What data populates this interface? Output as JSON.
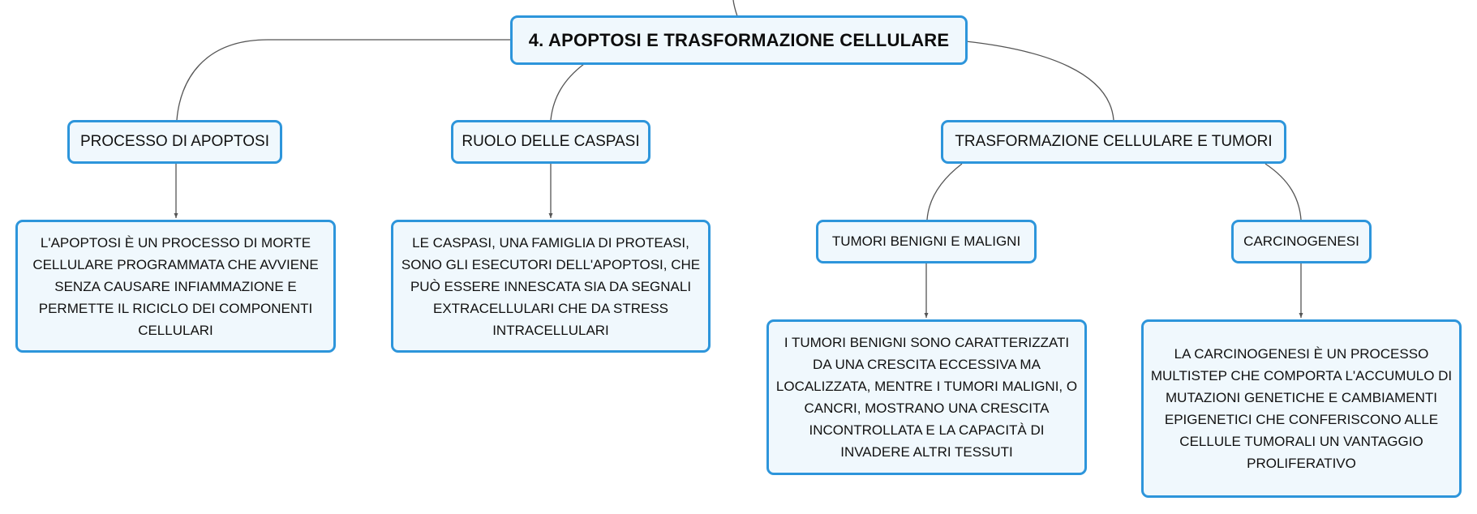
{
  "diagram": {
    "root": {
      "label": "4. APOPTOSI E TRASFORMAZIONE CELLULARE"
    },
    "branches": [
      {
        "label": "PROCESSO DI APOPTOSI",
        "detail": "L'APOPTOSI È UN PROCESSO DI MORTE CELLULARE PROGRAMMATA CHE AVVIENE SENZA CAUSARE INFIAMMAZIONE E PERMETTE IL RICICLO DEI COMPONENTI CELLULARI"
      },
      {
        "label": "RUOLO DELLE CASPASI",
        "detail": "LE CASPASI, UNA FAMIGLIA DI PROTEASI, SONO GLI ESECUTORI DELL'APOPTOSI, CHE PUÒ ESSERE INNESCATA SIA DA SEGNALI EXTRACELLULARI CHE DA STRESS INTRACELLULARI"
      },
      {
        "label": "TRASFORMAZIONE CELLULARE E TUMORI",
        "children": [
          {
            "label": "TUMORI BENIGNI E MALIGNI",
            "detail": "I TUMORI BENIGNI SONO CARATTERIZZATI DA UNA CRESCITA ECCESSIVA MA LOCALIZZATA, MENTRE I TUMORI MALIGNI, O CANCRI, MOSTRANO UNA CRESCITA INCONTROLLATA E LA CAPACITÀ DI INVADERE ALTRI TESSUTI"
          },
          {
            "label": "CARCINOGENESI",
            "detail": "LA CARCINOGENESI È UN PROCESSO MULTISTEP CHE COMPORTA L'ACCUMULO DI MUTAZIONI GENETICHE E CAMBIAMENTI EPIGENETICI CHE CONFERISCONO ALLE CELLULE TUMORALI UN VANTAGGIO PROLIFERATIVO"
          }
        ]
      }
    ]
  },
  "colors": {
    "node_border": "#2d95db",
    "node_fill": "#f0f8fd",
    "connector": "#555555"
  }
}
